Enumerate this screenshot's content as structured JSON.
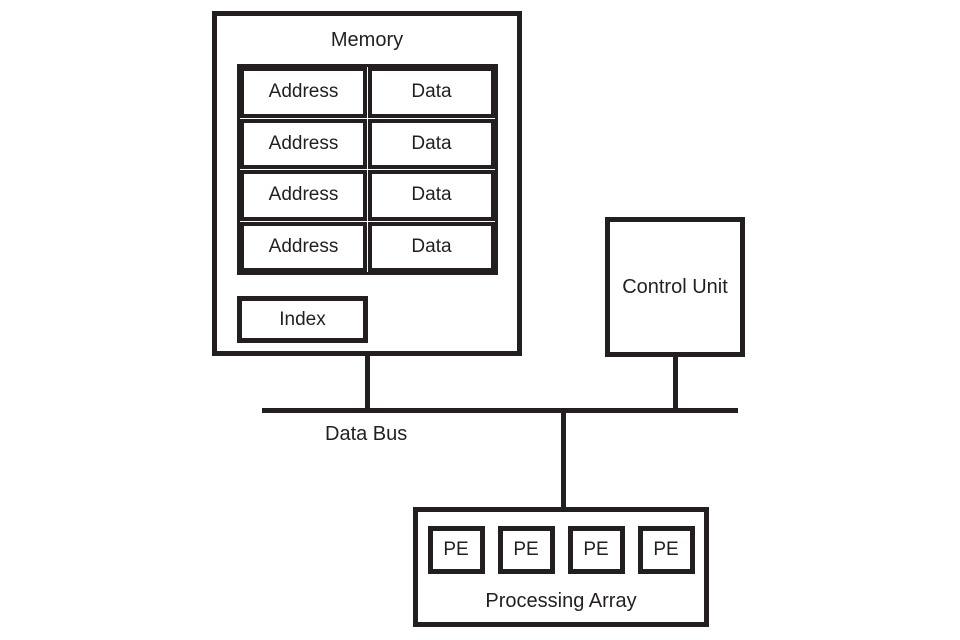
{
  "colors": {
    "ink": "#231f20",
    "background": "#ffffff"
  },
  "memory": {
    "title": "Memory",
    "table": {
      "columns": [
        "Address",
        "Data"
      ],
      "rows": [
        [
          "Address",
          "Data"
        ],
        [
          "Address",
          "Data"
        ],
        [
          "Address",
          "Data"
        ],
        [
          "Address",
          "Data"
        ]
      ]
    },
    "index_label": "Index"
  },
  "control_unit": {
    "label": "Control Unit"
  },
  "bus": {
    "label": "Data Bus"
  },
  "processing_array": {
    "label": "Processing Array",
    "elements": [
      "PE",
      "PE",
      "PE",
      "PE"
    ]
  }
}
